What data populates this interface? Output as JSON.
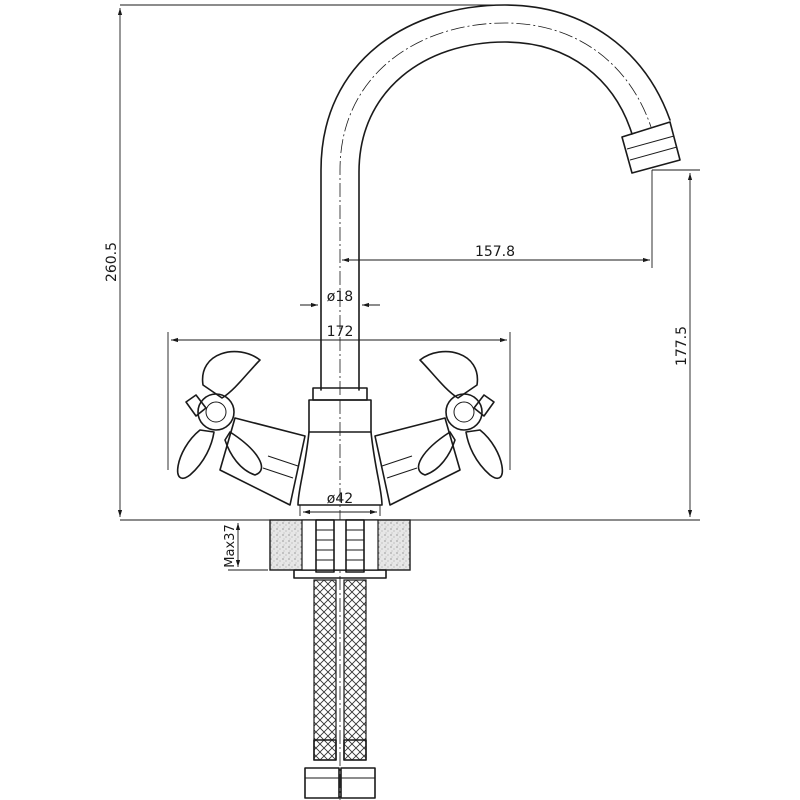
{
  "dimensions": {
    "total_height": "260.5",
    "outlet_height": "177.5",
    "spout_reach": "157.8",
    "spout_diameter": "ø18",
    "handles_width": "172",
    "base_diameter": "ø42",
    "max_counter_thickness": "Max37"
  },
  "colors": {
    "line": "#1a1a1a",
    "counter_fill": "#e6e6e6",
    "background": "#ffffff"
  }
}
